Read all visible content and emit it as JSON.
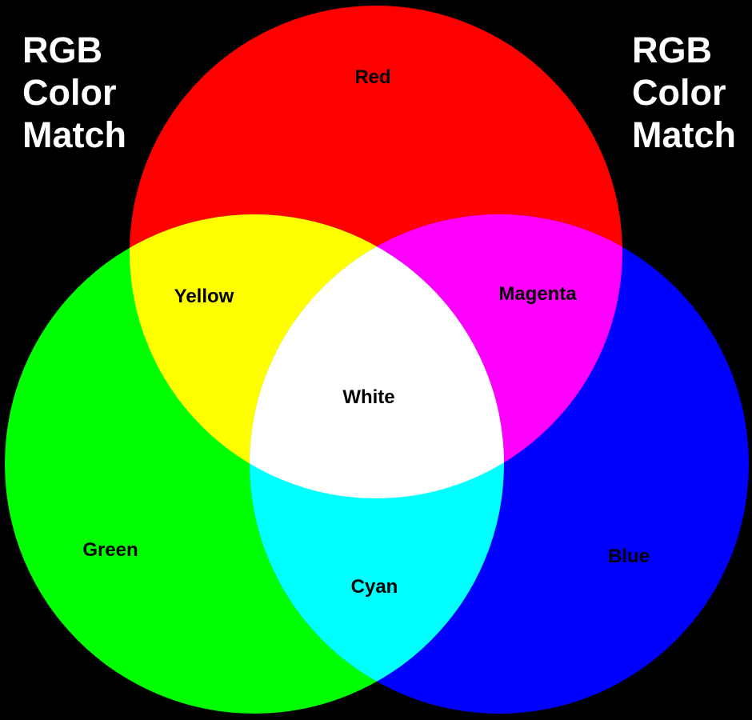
{
  "headings": {
    "left": [
      "RGB",
      "Color",
      "Match"
    ],
    "right": [
      "RGB",
      "Color",
      "Match"
    ]
  },
  "regions": {
    "red": {
      "label": "Red",
      "color": "#ff0000"
    },
    "green": {
      "label": "Green",
      "color": "#00ff00"
    },
    "blue": {
      "label": "Blue",
      "color": "#0000ff"
    },
    "yellow": {
      "label": "Yellow",
      "color": "#ffff00"
    },
    "magenta": {
      "label": "Magenta",
      "color": "#ff00ff"
    },
    "cyan": {
      "label": "Cyan",
      "color": "#00ffff"
    },
    "white": {
      "label": "White",
      "color": "#ffffff"
    }
  },
  "colors": {
    "background": "#000000",
    "heading_text": "#ffffff",
    "region_text": "#000000"
  }
}
